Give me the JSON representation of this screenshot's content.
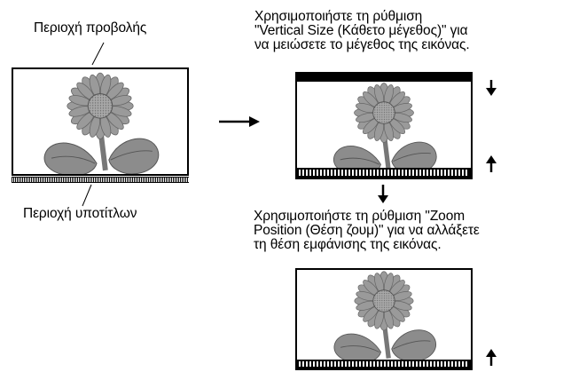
{
  "labels": {
    "projection_area": "Περιοχή προβολής",
    "subtitle_area": "Περιοχή υποτίτλων",
    "step1_line1": "Χρησιμοποιήστε τη ρύθμιση",
    "step1_line2": "\"Vertical Size (Κάθετο μέγεθος)\" για",
    "step1_line3": "να μειώσετε το μέγεθος της εικόνας.",
    "step2_line1": "Χρησιμοποιήστε τη ρύθμιση \"Zoom",
    "step2_line2": "Position (Θέση ζουμ)\" για να αλλάξετε",
    "step2_line3": "τη θέση εμφάνισης της εικόνας."
  },
  "icons": [
    "right-arrow-icon",
    "down-arrow-icon",
    "up-arrow-icon",
    "sunflower-image"
  ]
}
